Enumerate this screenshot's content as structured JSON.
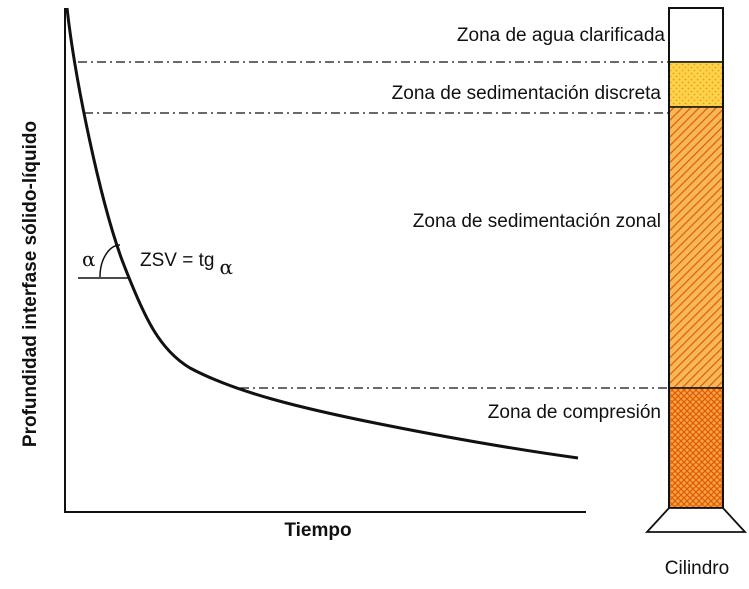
{
  "diagram": {
    "y_axis_label": "Profundidad interfase sólido-líquido",
    "x_axis_label": "Tiempo",
    "angle_symbol": "α",
    "formula_text": "ZSV = tg",
    "formula_subscript": "α",
    "cylinder_label": "Cilindro",
    "zones": [
      {
        "label": "Zona de agua clarificada",
        "fill": "#ffffff"
      },
      {
        "label": "Zona de sedimentación discreta",
        "fill": "#ffd24d"
      },
      {
        "label": "Zona de sedimentación zonal",
        "fill": "#f5a623"
      },
      {
        "label": "Zona de compresión",
        "fill": "#f08a1c"
      }
    ],
    "colors": {
      "line": "#111111",
      "hatch": "#e05a10",
      "dots": "#e8a000"
    }
  }
}
